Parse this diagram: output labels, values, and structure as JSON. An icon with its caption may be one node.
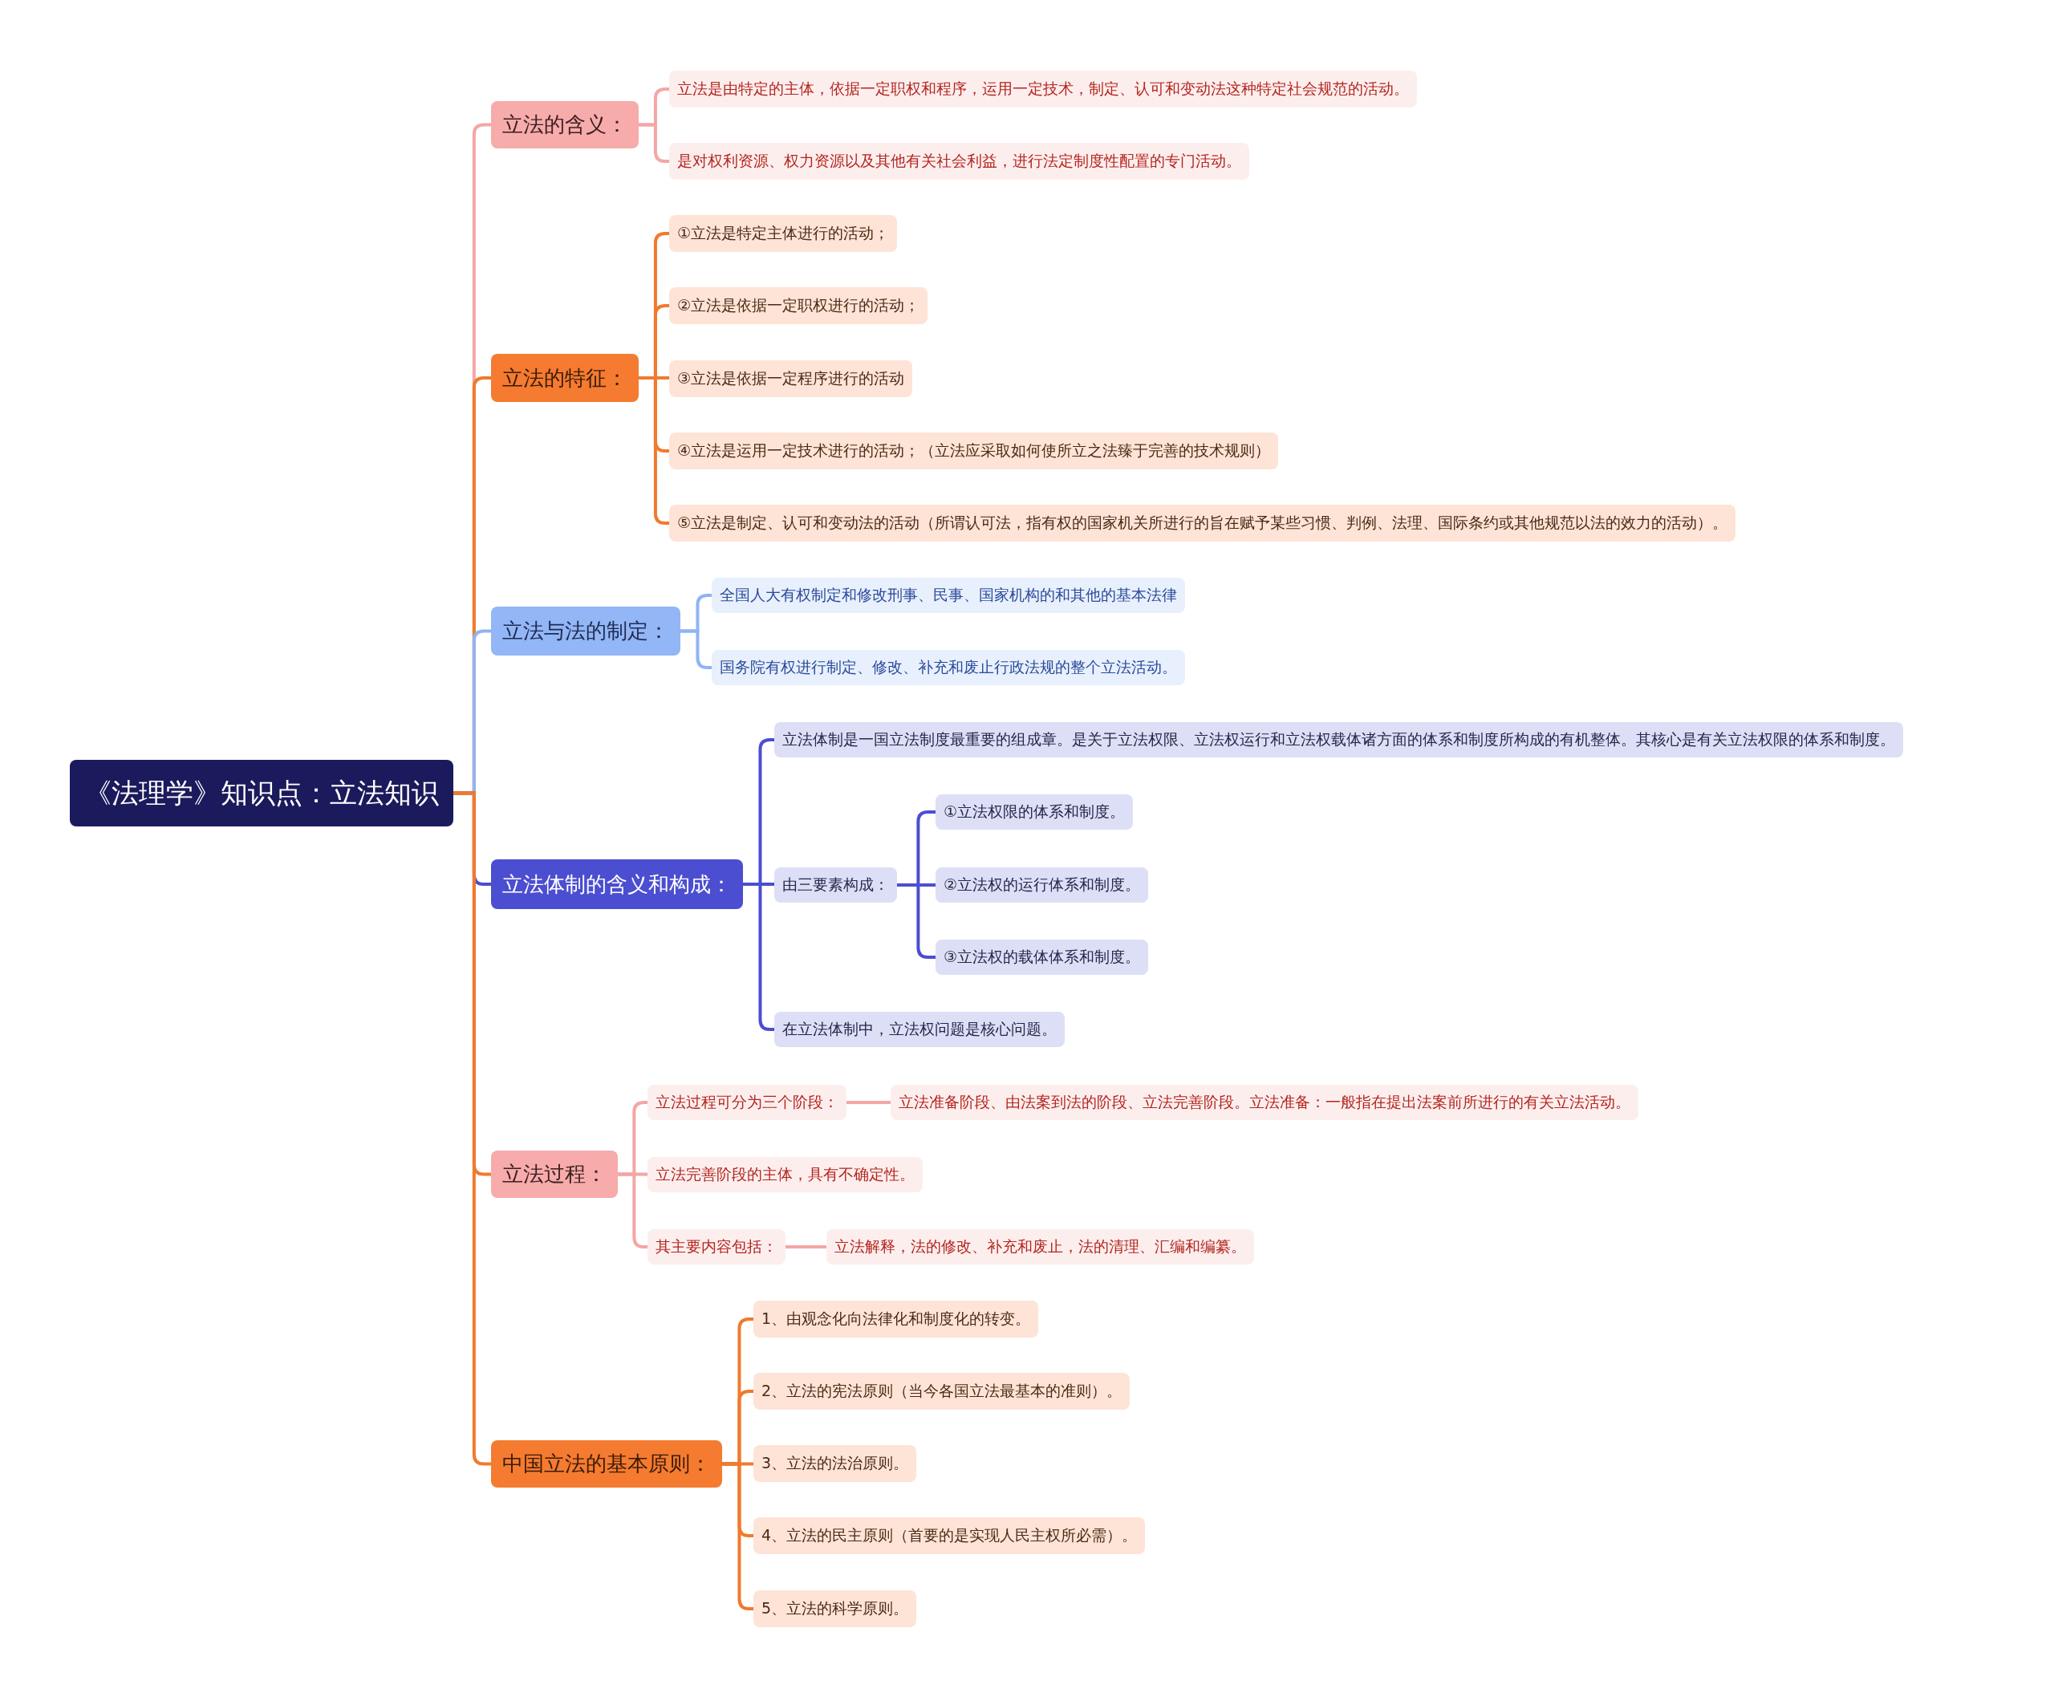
{
  "diagram": {
    "nodes": [
      {
        "text": [
          "《法理学》知识点：立法知识"
        ]
      },
      {
        "text": [
          "立法的含义："
        ]
      },
      {
        "text": [
          "立法是由特定的主体，依据一定职权和程序，运用一定技术，制定、认可和变动法这种特定社会规范的活动。"
        ]
      },
      {
        "text": [
          "是对权利资源、权力资源以及其他有关社会利益，进行法定制度性配置的专门活动。"
        ]
      },
      {
        "text": [
          "立法的特征："
        ]
      },
      {
        "text": [
          "①立法是特定主体进行的活动；"
        ]
      },
      {
        "text": [
          "②立法是依据一定职权进行的活动；"
        ]
      },
      {
        "text": [
          "③立法是依据一定程序进行的活动"
        ]
      },
      {
        "text": [
          "④立法是运用一定技术进行的活动；（立法应采取如何使所立之法臻于完善的技术规则）"
        ]
      },
      {
        "text": [
          "⑤立法是制定、认可和变动法的活动（所谓认可法，指有权的国家机关所进行的旨在赋予某些习惯、判例、法理、国际条约或其他规范以法的效力的活动）。"
        ]
      },
      {
        "text": [
          "立法与法的制定："
        ]
      },
      {
        "text": [
          "全国人大有权制定和修改刑事、民事、国家机构的和其他的基本法律"
        ]
      },
      {
        "text": [
          "国务院有权进行制定、修改、补充和废止行政法规的整个立法活动。"
        ]
      },
      {
        "text": [
          "立法体制的含义和构成："
        ]
      },
      {
        "text": [
          "立法体制是一国立法制度最重要的组成章。是关于立法权限、立法权运行和立法权载体诸方面的体系和制度所构成的有机整体。其核心是有关立法权限的体系和制度。"
        ]
      },
      {
        "text": [
          "由三要素构成："
        ]
      },
      {
        "text": [
          "①立法权限的体系和制度。"
        ]
      },
      {
        "text": [
          "②立法权的运行体系和制度。"
        ]
      },
      {
        "text": [
          "③立法权的载体体系和制度。"
        ]
      },
      {
        "text": [
          "在立法体制中，立法权问题是核心问题。"
        ]
      },
      {
        "text": [
          "立法过程："
        ]
      },
      {
        "text": [
          "立法过程可分为三个阶段："
        ]
      },
      {
        "text": [
          "立法准备阶段、由法案到法的阶段、立法完善阶段。立法准备：一般指在提出法案前所进行的有关立法活动。"
        ]
      },
      {
        "text": [
          "立法完善阶段的主体，具有不确定性。"
        ]
      },
      {
        "text": [
          "其主要内容包括："
        ]
      },
      {
        "text": [
          "立法解释，法的修改、补充和废止，法的清理、汇编和编纂。"
        ]
      },
      {
        "text": [
          "中国立法的基本原则："
        ]
      },
      {
        "text": [
          "1、由观念化向法律化和制度化的转变。"
        ]
      },
      {
        "text": [
          "2、立法的宪法原则（当今各国立法最基本的准则）。"
        ]
      },
      {
        "text": [
          "3、立法的法治原则。"
        ]
      },
      {
        "text": [
          "4、立法的民主原则（首要的是实现人民主权所必需）。"
        ]
      },
      {
        "text": [
          "5、立法的科学原则。"
        ]
      }
    ],
    "edges": [
      {
        "from": 0,
        "to": 1,
        "arrow": "none",
        "color": "#f4a6a6"
      },
      {
        "from": 1,
        "to": 2,
        "arrow": "none",
        "color": "#f4a6a6"
      },
      {
        "from": 1,
        "to": 3,
        "arrow": "none",
        "color": "#f4a6a6"
      },
      {
        "from": 0,
        "to": 4,
        "arrow": "none"
      },
      {
        "from": 4,
        "to": 5,
        "arrow": "none"
      },
      {
        "from": 4,
        "to": 6,
        "arrow": "none"
      },
      {
        "from": 4,
        "to": 7,
        "arrow": "none"
      },
      {
        "from": 4,
        "to": 8,
        "arrow": "none"
      },
      {
        "from": 4,
        "to": 9,
        "arrow": "none"
      },
      {
        "from": 0,
        "to": 10,
        "arrow": "none",
        "color": "#8fb4f5"
      },
      {
        "from": 10,
        "to": 11,
        "arrow": "none",
        "color": "#8fb4f5"
      },
      {
        "from": 10,
        "to": 12,
        "arrow": "none",
        "color": "#8fb4f5"
      },
      {
        "from": 0,
        "to": 13,
        "arrow": "none",
        "color": "#4b4ed0"
      },
      {
        "from": 13,
        "to": 14,
        "arrow": "none",
        "color": "#4b4ed0"
      },
      {
        "from": 13,
        "to": 15,
        "arrow": "none",
        "color": "#4b4ed0"
      },
      {
        "from": 15,
        "to": 16,
        "arrow": "none",
        "color": "#4b4ed0"
      },
      {
        "from": 15,
        "to": 17,
        "arrow": "none",
        "color": "#4b4ed0"
      },
      {
        "from": 15,
        "to": 18,
        "arrow": "none",
        "color": "#4b4ed0"
      },
      {
        "from": 13,
        "to": 19,
        "arrow": "none",
        "color": "#4b4ed0"
      },
      {
        "from": 0,
        "to": 20,
        "arrow": "none"
      },
      {
        "from": 20,
        "to": 21,
        "arrow": "none",
        "color": "#f4a6a6"
      },
      {
        "from": 21,
        "to": 22,
        "arrow": "none",
        "color": "#f4a6a6"
      },
      {
        "from": 20,
        "to": 23,
        "arrow": "none",
        "color": "#f4a6a6"
      },
      {
        "from": 20,
        "to": 24,
        "arrow": "none",
        "color": "#f4a6a6"
      },
      {
        "from": 24,
        "to": 25,
        "arrow": "none",
        "color": "#f4a6a6"
      },
      {
        "from": 0,
        "to": 26,
        "arrow": "none"
      },
      {
        "from": 26,
        "to": 27,
        "arrow": "none"
      },
      {
        "from": 26,
        "to": 28,
        "arrow": "none"
      },
      {
        "from": 26,
        "to": 29,
        "arrow": "none"
      },
      {
        "from": 26,
        "to": 30,
        "arrow": "none"
      },
      {
        "from": 26,
        "to": 31,
        "arrow": "none"
      }
    ]
  }
}
